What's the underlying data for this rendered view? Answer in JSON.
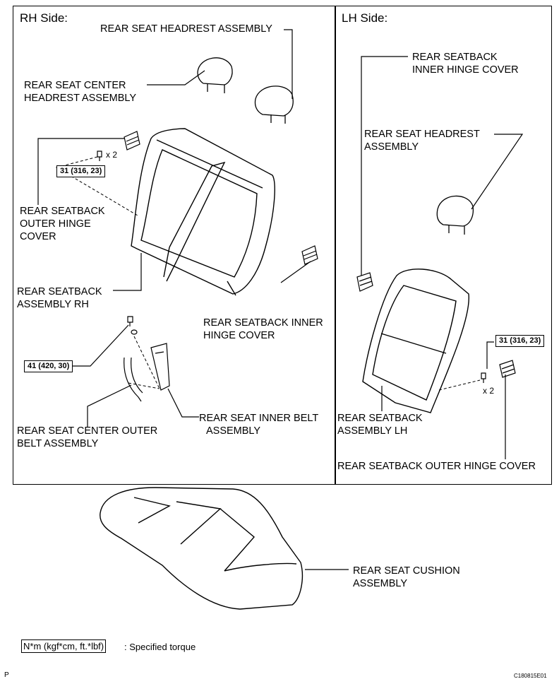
{
  "rh_side": {
    "title": "RH Side:",
    "labels": {
      "headrest": "REAR SEAT HEADREST ASSEMBLY",
      "center_headrest": [
        "REAR SEAT CENTER",
        "HEADREST ASSEMBLY"
      ],
      "outer_hinge": [
        "REAR SEATBACK",
        "OUTER HINGE",
        "COVER"
      ],
      "seatback_rh": [
        "REAR SEATBACK",
        "ASSEMBLY RH"
      ],
      "inner_hinge": [
        "REAR SEATBACK INNER",
        "HINGE COVER"
      ],
      "inner_belt": [
        "REAR SEAT INNER BELT",
        "ASSEMBLY"
      ],
      "center_outer_belt": [
        "REAR SEAT CENTER OUTER",
        "BELT ASSEMBLY"
      ]
    },
    "torque_hinge": "31 (316, 23)",
    "torque_belt": "41 (420, 30)",
    "multiplier": "x 2"
  },
  "lh_side": {
    "title": "LH Side:",
    "labels": {
      "inner_hinge": [
        "REAR SEATBACK",
        "INNER HINGE COVER"
      ],
      "headrest": [
        "REAR SEAT HEADREST",
        "ASSEMBLY"
      ],
      "seatback_lh": [
        "REAR SEATBACK",
        "ASSEMBLY LH"
      ],
      "outer_hinge": "REAR SEATBACK OUTER HINGE COVER"
    },
    "torque_hinge": "31 (316, 23)",
    "multiplier": "x 2"
  },
  "cushion": {
    "label": [
      "REAR SEAT CUSHION",
      "ASSEMBLY"
    ]
  },
  "legend": {
    "unit": "N*m (kgf*cm, ft.*lbf)",
    "text": ": Specified torque"
  },
  "footer": {
    "left": "P",
    "code": "C180815E01"
  }
}
